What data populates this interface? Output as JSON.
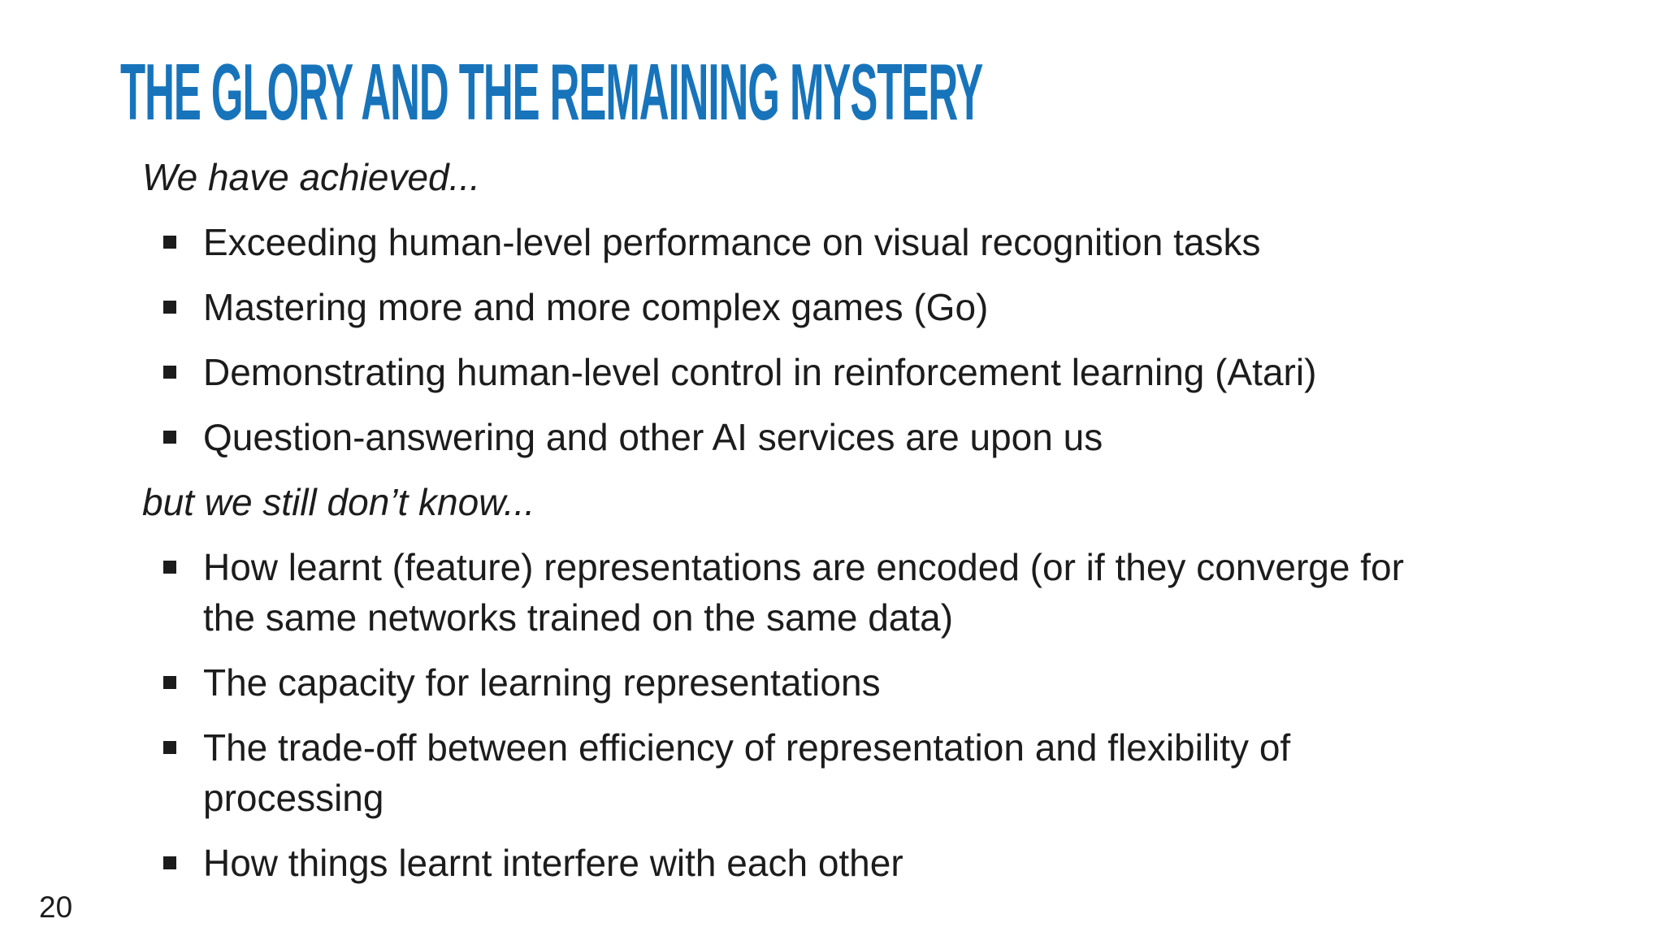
{
  "title": "THE GLORY AND THE REMAINING MYSTERY",
  "page_number": "20",
  "colors": {
    "title_blue": "#1774bb",
    "body_text": "#1c1c1c",
    "background": "#ffffff"
  },
  "sections": [
    {
      "header": "We have achieved...",
      "bullets": [
        "Exceeding human-level performance on visual recognition tasks",
        "Mastering more and more complex games (Go)",
        "Demonstrating human-level control in reinforcement learning (Atari)",
        "Question-answering and other AI services are upon us"
      ]
    },
    {
      "header": "but we still don’t know...",
      "bullets": [
        "How learnt (feature) representations are encoded (or if they converge for\nthe same networks trained on the same data)",
        "The capacity for learning representations",
        "The trade-off between efficiency of representation and flexibility of\nprocessing",
        "How things learnt interfere with each other"
      ]
    }
  ]
}
